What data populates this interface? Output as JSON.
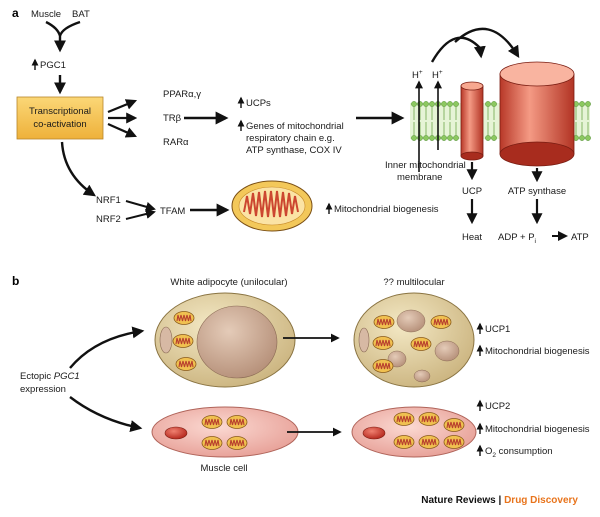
{
  "panel_a": {
    "label": "a",
    "muscle": "Muscle",
    "bat": "BAT",
    "pgc1": "PGC1",
    "coactivation": [
      "Transcriptional",
      "co-activation"
    ],
    "ppar": "PPARα,γ",
    "trb": "TRβ",
    "rara": "RARα",
    "ucps": "UCPs",
    "genes": [
      "Genes of mitochondrial",
      "respiratory chain e.g.",
      "ATP synthase, COX IV"
    ],
    "nrf1": "NRF1",
    "nrf2": "NRF2",
    "tfam": "TFAM",
    "mito_biogenesis": "Mitochondrial biogenesis",
    "hplus": "H",
    "plus": "+",
    "membrane": [
      "Inner mitochondrial",
      "membrane"
    ],
    "ucp": "UCP",
    "atp_synthase": "ATP synthase",
    "heat": "Heat",
    "adp": "ADP + P",
    "pi_sub": "i",
    "atp": "ATP"
  },
  "panel_b": {
    "label": "b",
    "white_adipocyte": "White adipocyte (unilocular)",
    "multilocular": "?? multilocular",
    "ectopic_prefix": "Ectopic ",
    "ectopic_gene": "PGC1",
    "expression": "expression",
    "ucp1": "UCP1",
    "mito_biogenesis_1": "Mitochondrial biogenesis",
    "muscle_cell": "Muscle cell",
    "ucp2": "UCP2",
    "mito_biogenesis_2": "Mitochondrial biogenesis",
    "o2": "O",
    "o2_sub": "2",
    "consumption": " consumption"
  },
  "footer": {
    "publisher": "Nature Reviews",
    "separator": " | ",
    "journal": "Drug Discovery"
  },
  "colors": {
    "coactivation_box": "#f5c24a",
    "adipocyte": "#d9c79a",
    "lipid": "#c9a58f",
    "muscle": "#f3b3ac",
    "mito_outer": "#f0c050",
    "mito_inner": "#d24a3a",
    "membrane": "#8cc860",
    "channel": "#d2503c",
    "journal_accent": "#e8741c"
  }
}
